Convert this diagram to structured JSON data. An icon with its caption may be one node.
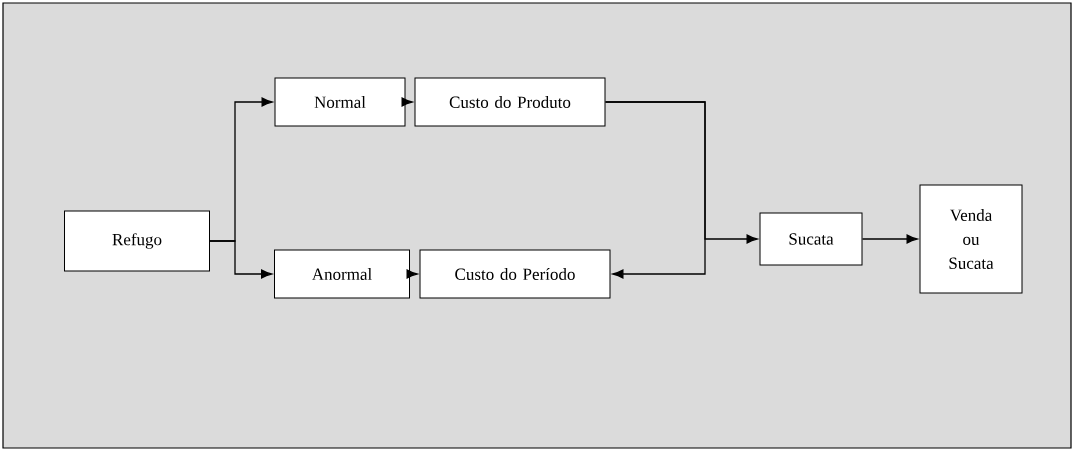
{
  "diagram": {
    "nodes": [
      {
        "text": [
          "Refugo"
        ]
      },
      {
        "text": [
          "Normal"
        ]
      },
      {
        "text": [
          "Custo do Produto"
        ]
      },
      {
        "text": [
          "Anormal"
        ]
      },
      {
        "text": [
          "Custo do Período"
        ]
      },
      {
        "text": [
          "Sucata"
        ]
      },
      {
        "text": [
          "Venda ou Sucata"
        ]
      }
    ],
    "edges": [
      {
        "from": 0,
        "to": 1,
        "arrow": "to"
      },
      {
        "from": 0,
        "to": 3,
        "arrow": "to"
      },
      {
        "from": 1,
        "to": 2,
        "arrow": "to"
      },
      {
        "from": 3,
        "to": 4,
        "arrow": "to"
      },
      {
        "from": 2,
        "to": 4,
        "arrow": "to"
      },
      {
        "from": 2,
        "to": 5,
        "arrow": "to"
      },
      {
        "from": 5,
        "to": 6,
        "arrow": "to"
      }
    ]
  }
}
